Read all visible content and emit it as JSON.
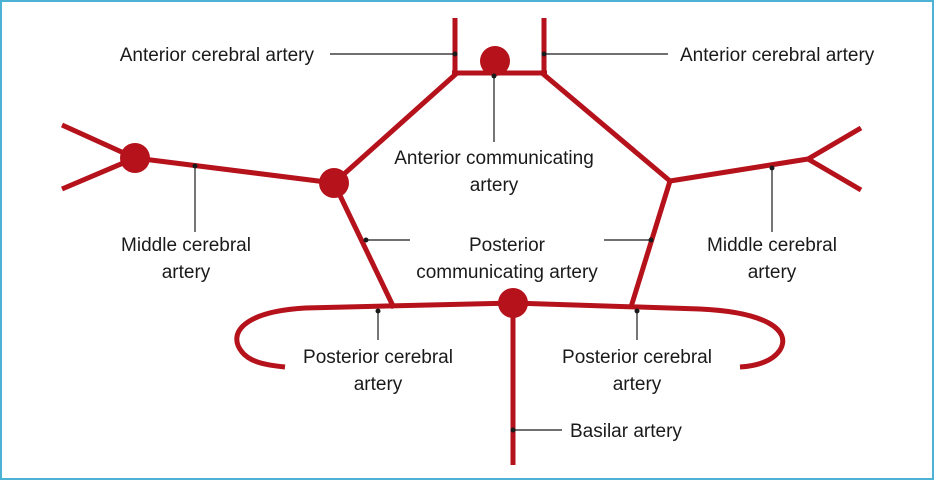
{
  "colors": {
    "artery": "#b5121b",
    "frame": "#4db3d6",
    "text": "#1a1a1a"
  },
  "labels": {
    "aca_left": "Anterior cerebral artery",
    "aca_right": "Anterior cerebral artery",
    "acom_line1": "Anterior communicating",
    "acom_line2": "artery",
    "mca_left_line1": "Middle cerebral",
    "mca_left_line2": "artery",
    "mca_right_line1": "Middle cerebral",
    "mca_right_line2": "artery",
    "pcom_line1": "Posterior",
    "pcom_line2": "communicating artery",
    "pca_left_line1": "Posterior cerebral",
    "pca_left_line2": "artery",
    "pca_right_line1": "Posterior cerebral",
    "pca_right_line2": "artery",
    "basilar": "Basilar artery"
  }
}
